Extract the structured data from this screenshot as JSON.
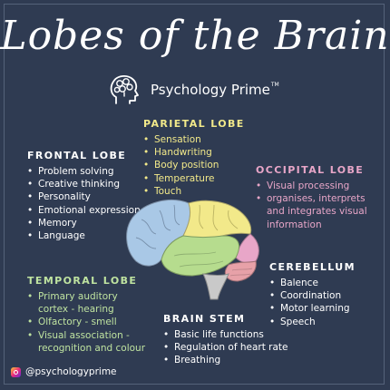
{
  "title": "Lobes of the Brain",
  "brand": {
    "name": "Psychology Prime",
    "tm": "TM",
    "icon": "head-brain-icon"
  },
  "sections": {
    "parietal": {
      "title": "PARIETAL LOBE",
      "items": [
        "Sensation",
        "Handwriting",
        "Body position",
        "Temperature",
        "Touch"
      ],
      "color": "#f2e98a"
    },
    "frontal": {
      "title": "FRONTAL LOBE",
      "items": [
        "Problem solving",
        "Creative thinking",
        "Personality",
        "Emotional expression",
        "Memory",
        "Language"
      ],
      "color": "#ffffff"
    },
    "occipital": {
      "title": "OCCIPITAL LOBE",
      "items": [
        "Visual processing",
        "organises, interprets",
        "and integrates visual",
        "information"
      ],
      "color": "#e8a6c8"
    },
    "temporal": {
      "title": "TEMPORAL LOBE",
      "items": [
        "Primary auditory",
        "cortex - hearing",
        "Olfactory - smell",
        "Visual association -",
        "recognition and colour"
      ],
      "color": "#bfe3a0"
    },
    "cerebellum": {
      "title": "CEREBELLUM",
      "items": [
        "Balence",
        "Coordination",
        "Motor learning",
        "Speech"
      ],
      "color": "#ffffff"
    },
    "stem": {
      "title": "BRAIN STEM",
      "items": [
        "Basic life functions",
        "Regulation of heart rate",
        "Breathing"
      ],
      "color": "#ffffff"
    }
  },
  "colors": {
    "background": "#2f3b52",
    "frontal_lobe": "#a9c8e6",
    "parietal_lobe": "#f2e98a",
    "occipital_lobe": "#e8a6c8",
    "temporal_lobe": "#b6dc8e",
    "cerebellum": "#e7a1a8",
    "brain_stem": "#c9c9c9"
  },
  "footer": {
    "handle": "@psychologyprime",
    "icon": "instagram-icon"
  }
}
